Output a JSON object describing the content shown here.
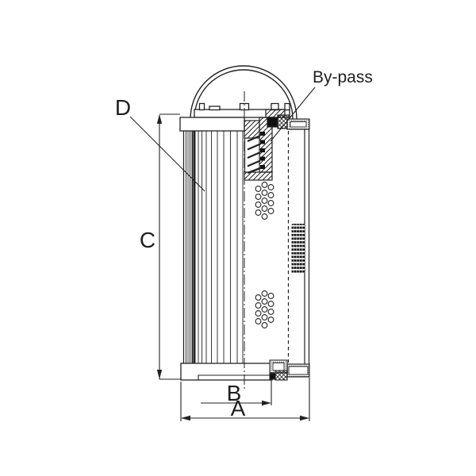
{
  "labels": {
    "dimension_a": "A",
    "dimension_b": "B",
    "dimension_c": "C",
    "dimension_d": "D",
    "bypass": "By-pass"
  },
  "colors": {
    "background": "#ffffff",
    "line": "#222222"
  }
}
